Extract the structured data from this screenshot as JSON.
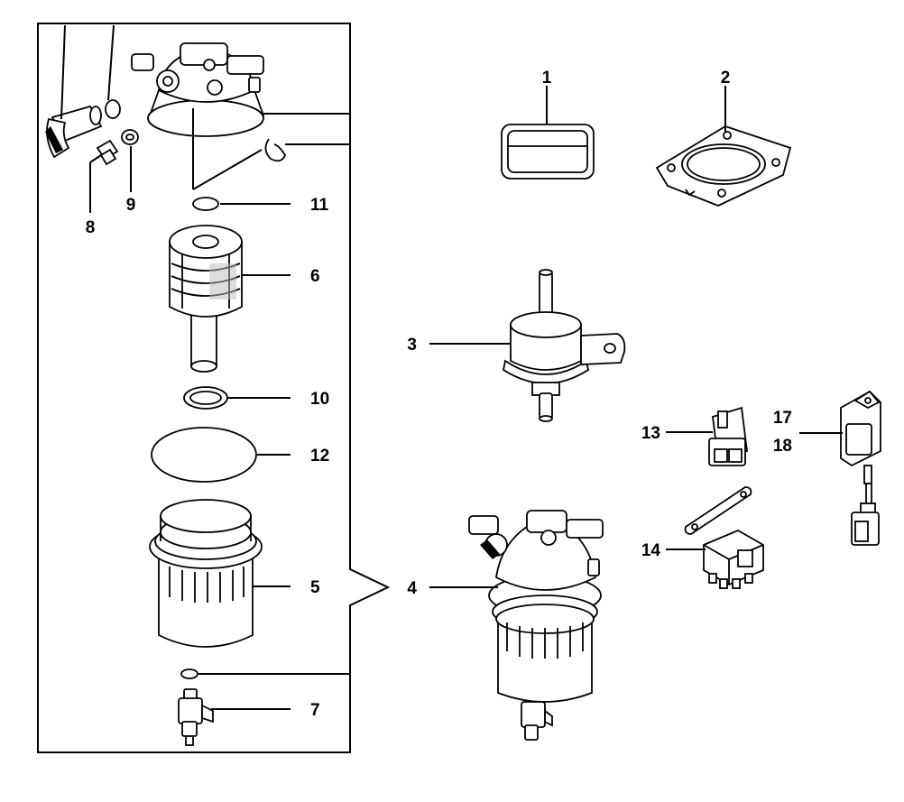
{
  "callouts": {
    "p1": "1",
    "p2": "2",
    "p3": "3",
    "p4": "4",
    "p5": "5",
    "p6": "6",
    "p7": "7",
    "p8": "8",
    "p9": "9",
    "p10": "10",
    "p11": "11",
    "p12": "12",
    "p13": "13",
    "p14": "14",
    "p17": "17",
    "p18": "18"
  }
}
